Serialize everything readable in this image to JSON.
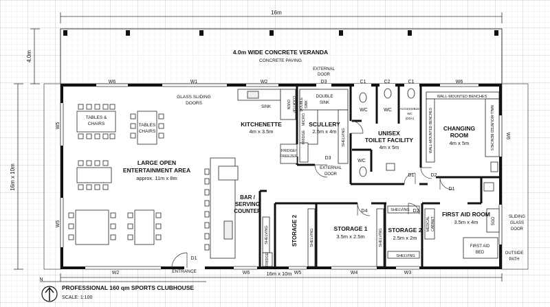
{
  "dims": {
    "top_width": "16m",
    "veranda_depth": "4.0m",
    "side_total": "16m x 10m",
    "bottom_total": "16m x 10m"
  },
  "veranda": {
    "title": "4.0m WIDE CONCRETE VERANDA",
    "subtitle": "CONCRETE PAVING"
  },
  "rooms": {
    "entertainment": {
      "line1": "LARGE OPEN",
      "line2": "ENTERTAINMENT AREA",
      "size": "approx. 11m x 8m"
    },
    "kitchenette": {
      "name": "KITCHENETTE",
      "size": "4m x 3.5m"
    },
    "scullery": {
      "name": "SCULLERY",
      "size": "2.5m x 4m"
    },
    "toilet": {
      "line1": "UNISEX",
      "line2": "TOILET FACILITY",
      "size": "4m x 5m"
    },
    "changing": {
      "line1": "CHANGING",
      "line2": "ROOM",
      "size": "4m x 5m"
    },
    "bar": {
      "line1": "BAR /",
      "line2": "SERVING",
      "line3": "COUNTER"
    },
    "storage_left": {
      "name": "STORAGE 2"
    },
    "storage1": {
      "name": "STORAGE 1",
      "size": "3.5m x 2.5m"
    },
    "storage2": {
      "name": "STORAGE 2",
      "size": "2.5m x 2m"
    },
    "first_aid": {
      "name": "FIRST AID ROOM",
      "size": "3.5m x 4m"
    }
  },
  "labels": {
    "tables1": [
      "TABLES &",
      "CHAIRS"
    ],
    "tables2": [
      "TABLES",
      "CHAIRS"
    ],
    "glass_sliding": [
      "GLASS SLIDING",
      "DOORS"
    ],
    "sink": "SINK",
    "cooktop": "COOKTOP",
    "oven": "OVEN",
    "double_sink_v": [
      "DOUBLE",
      "SINK"
    ],
    "double_sink_h": [
      "DOUBLE",
      "SINK"
    ],
    "microwave": "MICRO",
    "fridge": "FRIDGE",
    "fridge_freezer": [
      "FRIDGE/",
      "FREEZER"
    ],
    "shelving": "SHELVING",
    "external_door_top": [
      "EXTERNAL",
      "DOOR"
    ],
    "external_door_mid": [
      "EXTERNAL",
      "DOOR"
    ],
    "wc": "WC",
    "accessible_wc": [
      "ACCESSIBLE",
      "WC",
      "(DDA)"
    ],
    "wall_benches_top": "WALL-MOUNTED BENCHES",
    "wall_benches_right": "WALL-MOUNTED BENCHES",
    "wall_benches_left": "WALL-MOUNTED BENCHES",
    "medical_cabinet": [
      "MEDICAL",
      "CABINET"
    ],
    "sgd": "SGD",
    "first_aid_bed": [
      "FIRST AID",
      "BED"
    ],
    "sliding_glass": [
      "SLIDING",
      "GLASS",
      "DOOR"
    ],
    "outside_path": [
      "OUTSIDE",
      "PATH"
    ],
    "entrance": "ENTRANCE"
  },
  "tags": {
    "W6a": "W6",
    "W1": "W1",
    "W2top": "W2",
    "D3top": "D3",
    "C1a": "C1",
    "C2": "C2",
    "C1b": "C1",
    "W6b": "W6",
    "W5a": "W5",
    "W5b": "W5",
    "W6right": "W6",
    "W2bottom": "W2",
    "W6bottom": "W6",
    "W5bottom": "W5",
    "W4": "W4",
    "W3": "W3",
    "D1entrance": "D1",
    "D1toilet": "D1",
    "D2toilet": "D2",
    "D1aid": "D1",
    "D2storage": "D2",
    "D3mid": "D3",
    "D4": "D4"
  },
  "title_block": {
    "north": "N",
    "title": "PROFESSIONAL 160 qm SPORTS CLUBHOUSE",
    "scale": "SCALE: 1:100"
  }
}
